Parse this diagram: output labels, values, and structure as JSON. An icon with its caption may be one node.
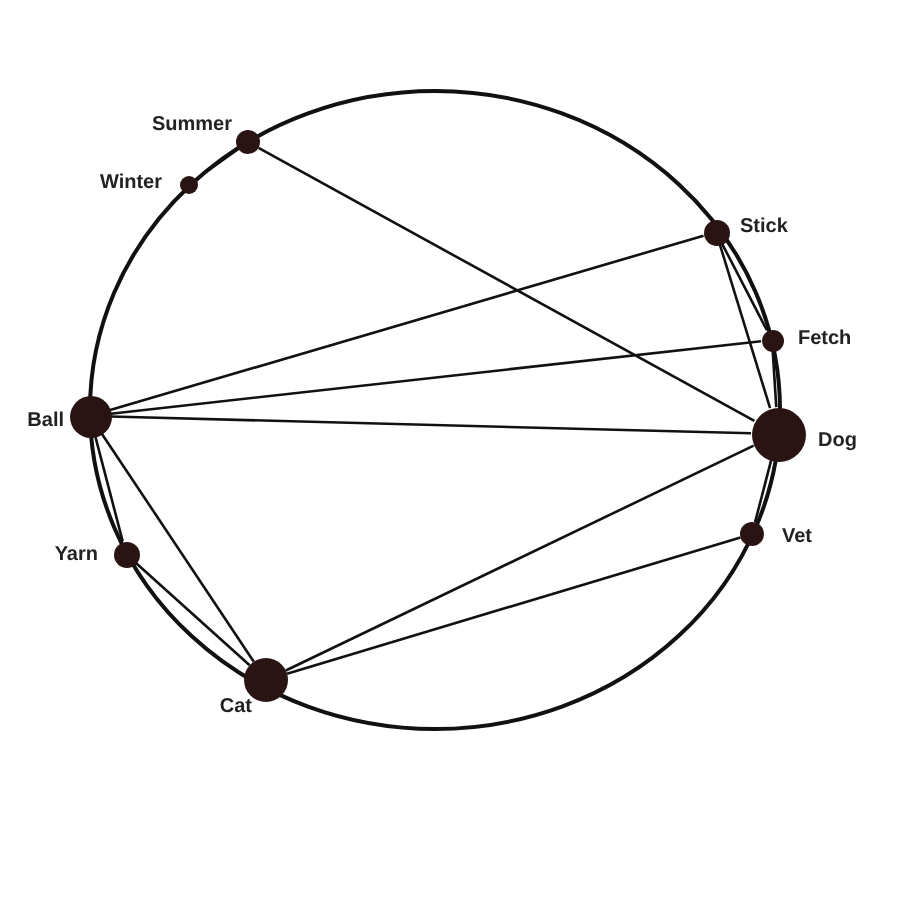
{
  "diagram": {
    "nodes": [
      {
        "text": [],
        "shape": "circle",
        "beside": [
          "Summer"
        ]
      },
      {
        "text": [],
        "shape": "circle",
        "beside": [
          "Winter"
        ]
      },
      {
        "text": [],
        "shape": "circle",
        "beside": [
          "Stick"
        ]
      },
      {
        "text": [],
        "shape": "circle",
        "beside": [
          "Fetch"
        ]
      },
      {
        "text": [],
        "shape": "circle",
        "beside": [
          "Ball"
        ]
      },
      {
        "text": [],
        "shape": "circle",
        "beside": [
          "Dog"
        ]
      },
      {
        "text": [],
        "shape": "circle",
        "beside": [
          "Vet"
        ]
      },
      {
        "text": [],
        "shape": "circle",
        "beside": [
          "Yarn"
        ]
      },
      {
        "text": [],
        "shape": "circle",
        "beside": [
          "Cat"
        ]
      }
    ],
    "edges": [
      {
        "from": 0,
        "to": 1,
        "arrow": "none"
      },
      {
        "from": 0,
        "to": 5,
        "arrow": "none"
      },
      {
        "from": 2,
        "to": 4,
        "arrow": "none"
      },
      {
        "from": 2,
        "to": 3,
        "arrow": "none"
      },
      {
        "from": 2,
        "to": 5,
        "arrow": "none"
      },
      {
        "from": 3,
        "to": 4,
        "arrow": "none"
      },
      {
        "from": 3,
        "to": 5,
        "arrow": "none"
      },
      {
        "from": 4,
        "to": 5,
        "arrow": "none"
      },
      {
        "from": 4,
        "to": 7,
        "arrow": "none"
      },
      {
        "from": 4,
        "to": 8,
        "arrow": "none"
      },
      {
        "from": 5,
        "to": 6,
        "arrow": "none"
      },
      {
        "from": 5,
        "to": 8,
        "arrow": "none"
      },
      {
        "from": 6,
        "to": 8,
        "arrow": "none"
      },
      {
        "from": 7,
        "to": 8,
        "arrow": "none"
      }
    ]
  }
}
